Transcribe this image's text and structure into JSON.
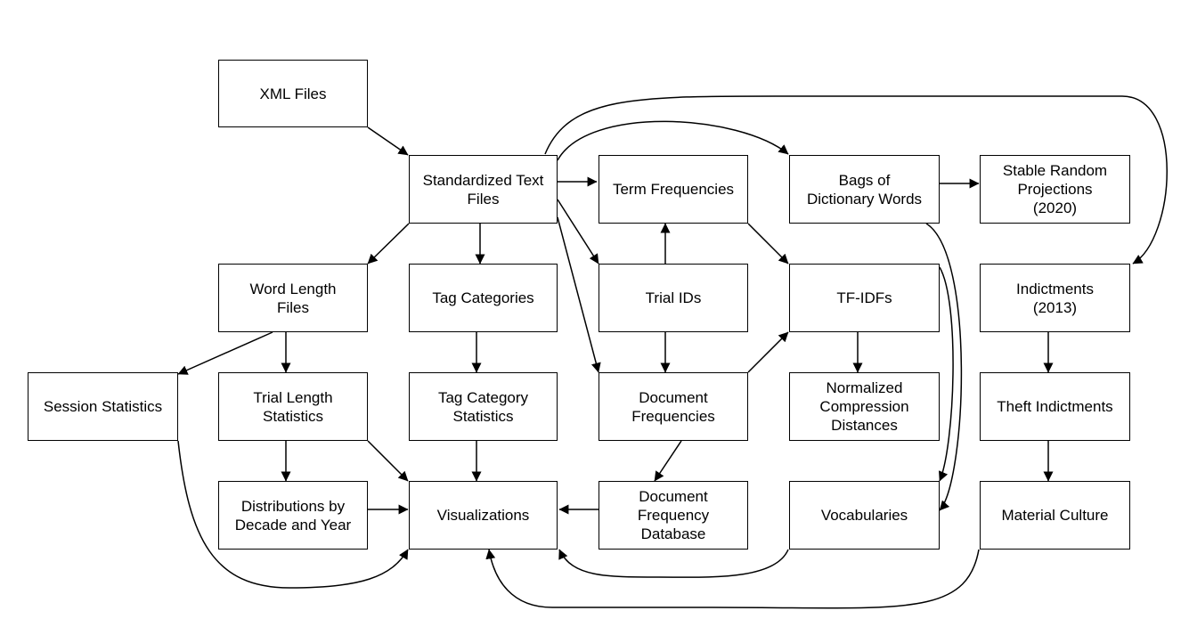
{
  "nodes": {
    "xml_files": "XML Files",
    "standardized_text_files": "Standardized Text\nFiles",
    "term_frequencies": "Term Frequencies",
    "bags_of_dictionary_words": "Bags of\nDictionary Words",
    "stable_random_projections": "Stable Random\nProjections\n(2020)",
    "word_length_files": "Word Length\nFiles",
    "tag_categories": "Tag Categories",
    "trial_ids": "Trial IDs",
    "tf_idfs": "TF-IDFs",
    "indictments": "Indictments\n(2013)",
    "session_statistics": "Session Statistics",
    "trial_length_statistics": "Trial Length\nStatistics",
    "tag_category_statistics": "Tag Category\nStatistics",
    "document_frequencies": "Document\nFrequencies",
    "normalized_compression_distances": "Normalized\nCompression\nDistances",
    "theft_indictments": "Theft Indictments",
    "distributions_by_decade_and_year": "Distributions by\nDecade and Year",
    "visualizations": "Visualizations",
    "document_frequency_database": "Document\nFrequency\nDatabase",
    "vocabularies": "Vocabularies",
    "material_culture": "Material Culture"
  },
  "style": {
    "stroke_color": "#000000",
    "background": "#ffffff"
  }
}
